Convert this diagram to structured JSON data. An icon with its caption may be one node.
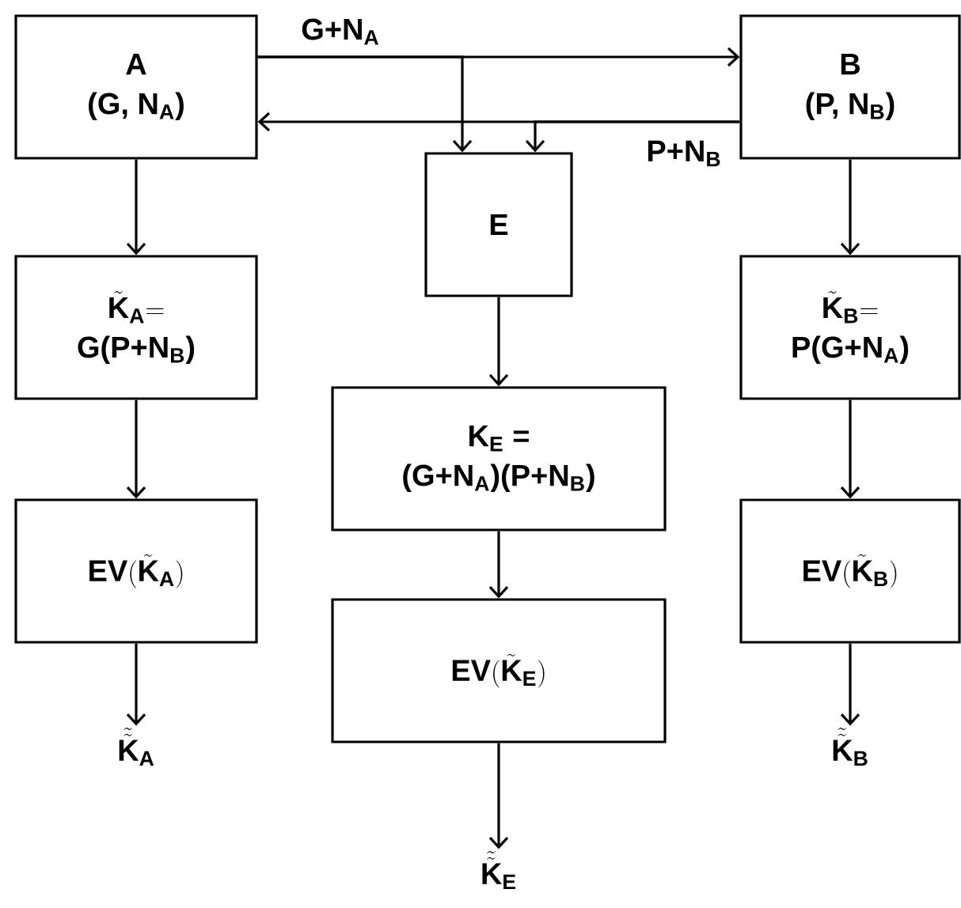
{
  "diagram": {
    "nodes": [
      {
        "text": [
          "A",
          "(G, N$_{A}$)"
        ]
      },
      {
        "text": [
          "B",
          "(P, N$_{B}$)"
        ]
      },
      {
        "text": [
          "E"
        ]
      },
      {
        "text": [
          "\\tilde{\\mathbf{K}}_{\\mathbf{A}} \\mathbf{=}",
          "G(P+N$_{B}$)"
        ]
      },
      {
        "text": [
          "\\tilde{\\mathbf{K}}_{\\mathbf{B}} \\mathbf{=}",
          "P(G+N$_{A}$)"
        ]
      },
      {
        "text": [
          "K$_{E}$ =",
          "(G+N$_{A}$)(P+N$_{B}$)"
        ]
      },
      {
        "text": [
          "\\mathbf{EV}(\\tilde{\\mathbf{K}}_{\\mathbf{A}})"
        ]
      },
      {
        "text": [
          "\\mathbf{EV}(\\tilde{\\mathbf{K}}_{\\mathbf{B}})"
        ]
      },
      {
        "text": [
          "\\mathbf{EV}(\\tilde{\\mathbf{K}}_{\\mathbf{E}})"
        ]
      },
      {
        "text": [
          "\\tilde{\\tilde{\\mathbf{K}}}_{\\mathbf{A}}"
        ]
      },
      {
        "text": [
          "\\tilde{\\tilde{\\mathbf{K}}}_{\\mathbf{B}}"
        ]
      },
      {
        "text": [
          "\\tilde{\\tilde{\\mathbf{K}}}_{\\mathbf{E}}"
        ]
      }
    ],
    "edges": [
      {
        "from": 0,
        "to": 1,
        "arrow": "to",
        "label": "G+N$_{A}$"
      },
      {
        "from": 1,
        "to": 0,
        "arrow": "to",
        "label": "P+N$_{B}$"
      },
      {
        "from": 0,
        "to": 2,
        "arrow": "to"
      },
      {
        "from": 1,
        "to": 2,
        "arrow": "to"
      },
      {
        "from": 0,
        "to": 3,
        "arrow": "to"
      },
      {
        "from": 3,
        "to": 6,
        "arrow": "to"
      },
      {
        "from": 6,
        "to": 9,
        "arrow": "to"
      },
      {
        "from": 1,
        "to": 4,
        "arrow": "to"
      },
      {
        "from": 4,
        "to": 7,
        "arrow": "to"
      },
      {
        "from": 7,
        "to": 10,
        "arrow": "to"
      },
      {
        "from": 2,
        "to": 5,
        "arrow": "to"
      },
      {
        "from": 5,
        "to": 8,
        "arrow": "to"
      },
      {
        "from": 8,
        "to": 11,
        "arrow": "to"
      }
    ]
  }
}
